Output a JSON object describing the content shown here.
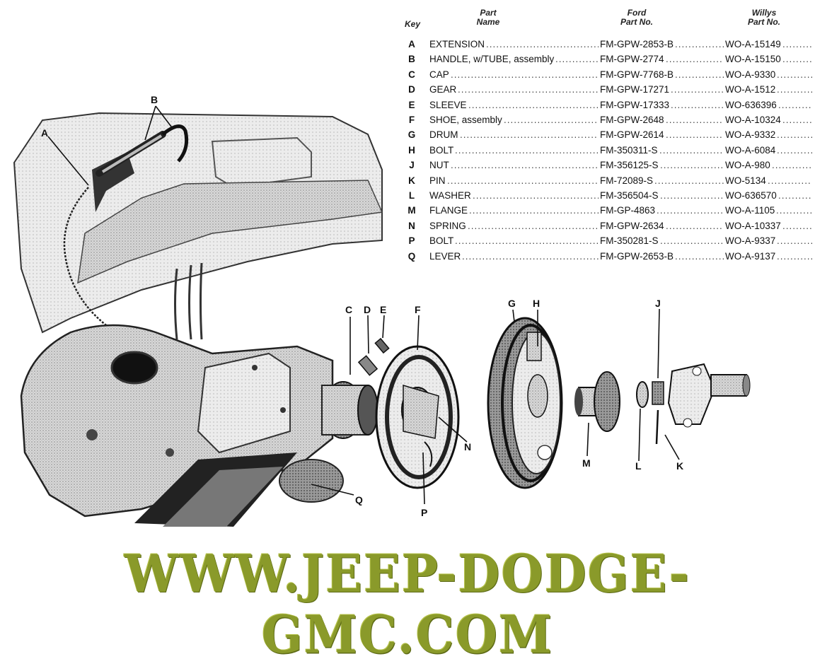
{
  "table": {
    "headers": {
      "key": "Key",
      "part_name": [
        "Part",
        "Name"
      ],
      "ford": [
        "Ford",
        "Part No."
      ],
      "willys": [
        "Willys",
        "Part No."
      ]
    },
    "rows": [
      {
        "key": "A",
        "name": "EXTENSION",
        "ford": "FM-GPW-2853-B",
        "willys": "WO-A-15149"
      },
      {
        "key": "B",
        "name": "HANDLE, w/TUBE, assembly",
        "ford": "FM-GPW-2774",
        "willys": "WO-A-15150"
      },
      {
        "key": "C",
        "name": "CAP",
        "ford": "FM-GPW-7768-B",
        "willys": "WO-A-9330"
      },
      {
        "key": "D",
        "name": "GEAR",
        "ford": "FM-GPW-17271",
        "willys": "WO-A-1512"
      },
      {
        "key": "E",
        "name": "SLEEVE",
        "ford": "FM-GPW-17333",
        "willys": "WO-636396"
      },
      {
        "key": "F",
        "name": "SHOE, assembly",
        "ford": "FM-GPW-2648",
        "willys": "WO-A-10324"
      },
      {
        "key": "G",
        "name": "DRUM",
        "ford": "FM-GPW-2614",
        "willys": "WO-A-9332"
      },
      {
        "key": "H",
        "name": "BOLT",
        "ford": "FM-350311-S",
        "willys": "WO-A-6084"
      },
      {
        "key": "J",
        "name": "NUT",
        "ford": "FM-356125-S",
        "willys": "WO-A-980"
      },
      {
        "key": "K",
        "name": "PIN",
        "ford": "FM-72089-S",
        "willys": "WO-5134"
      },
      {
        "key": "L",
        "name": "WASHER",
        "ford": "FM-356504-S",
        "willys": "WO-636570"
      },
      {
        "key": "M",
        "name": "FLANGE",
        "ford": "FM-GP-4863",
        "willys": "WO-A-1105"
      },
      {
        "key": "N",
        "name": "SPRING",
        "ford": "FM-GPW-2634",
        "willys": "WO-A-10337"
      },
      {
        "key": "P",
        "name": "BOLT",
        "ford": "FM-350281-S",
        "willys": "WO-A-9337"
      },
      {
        "key": "Q",
        "name": "LEVER",
        "ford": "FM-GPW-2653-B",
        "willys": "WO-A-9137"
      }
    ]
  },
  "callouts": {
    "A": "A",
    "B": "B",
    "C": "C",
    "D": "D",
    "E": "E",
    "F": "F",
    "G": "G",
    "H": "H",
    "J": "J",
    "K": "K",
    "L": "L",
    "M": "M",
    "N": "N",
    "P": "P",
    "Q": "Q"
  },
  "footer": {
    "url": "WWW.JEEP-DODGE-GMC.COM",
    "color": "#8a9a2a"
  }
}
